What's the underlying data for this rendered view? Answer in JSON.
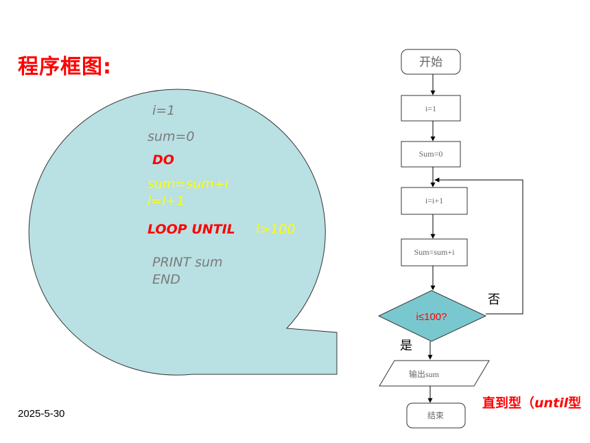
{
  "slide": {
    "title": "程序框图:",
    "date": "2025-5-30",
    "note_prefix": "直到型（",
    "note_italic": "until",
    "note_suffix": "型"
  },
  "code": {
    "line1": "i=1",
    "line2": "sum=0",
    "line3": "DO",
    "line4": "sum=sum+i",
    "line5": "i=i+1",
    "line6a": "LOOP UNTIL",
    "line6b": "i>100",
    "line7": "PRINT  sum",
    "line8": "END"
  },
  "flowchart": {
    "start": "开始",
    "step1": "i=1",
    "step2": "Sum=0",
    "step3": "i=i+1",
    "step4": "Sum=sum+i",
    "decision": "i≤100?",
    "yes": "是",
    "no": "否",
    "output": "输出sum",
    "end": "结束"
  },
  "colors": {
    "bubble_fill": "#b9e0e3",
    "decision_fill": "#7ac8cf",
    "accent_red": "#ff0000",
    "code_yellow": "#ffff00"
  }
}
